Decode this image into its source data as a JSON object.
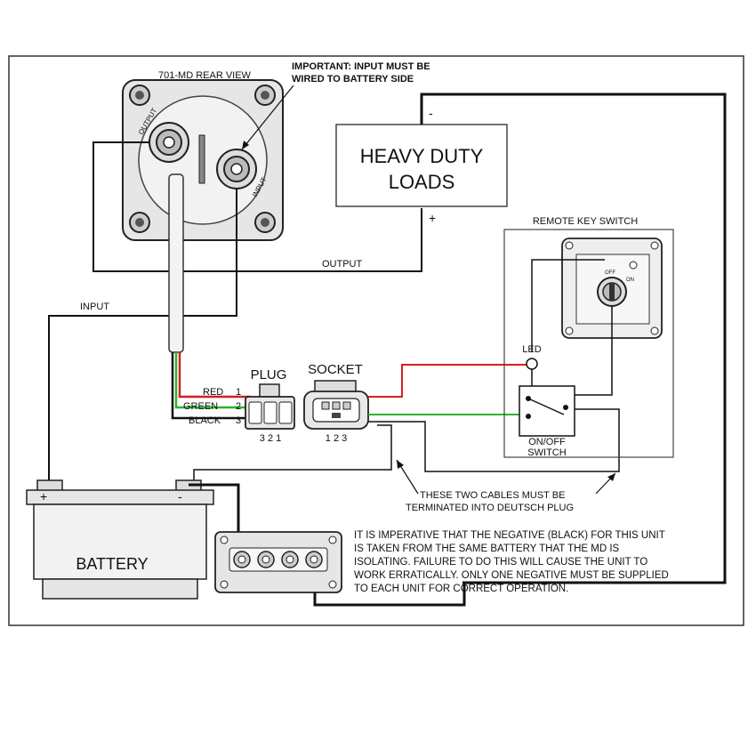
{
  "solenoid": {
    "title": "701-MD REAR VIEW",
    "output_label": "OUTPUT",
    "input_label": "INPUT"
  },
  "important_note": {
    "line1": "IMPORTANT: INPUT MUST BE",
    "line2": "WIRED TO BATTERY SIDE"
  },
  "loads": {
    "line1": "HEAVY DUTY",
    "line2": "LOADS",
    "minus": "-",
    "plus": "+"
  },
  "wire_labels": {
    "output": "OUTPUT",
    "input": "INPUT"
  },
  "remote_switch": {
    "title": "REMOTE KEY SWITCH",
    "off": "OFF",
    "on": "ON",
    "led": "LED",
    "switch_line1": "ON/OFF",
    "switch_line2": "SWITCH"
  },
  "plug": {
    "title": "PLUG",
    "pins": "3 2 1",
    "wires": [
      {
        "label": "RED",
        "num": "1"
      },
      {
        "label": "GREEN",
        "num": "2"
      },
      {
        "label": "BLACK",
        "num": "3"
      }
    ]
  },
  "socket": {
    "title": "SOCKET",
    "pins": "1 2 3"
  },
  "cables_note": {
    "line1": "THESE TWO CABLES MUST BE",
    "line2": "TERMINATED INTO DEUTSCH PLUG"
  },
  "battery": {
    "label": "BATTERY",
    "plus": "+",
    "minus": "-"
  },
  "negative_note": [
    "IT IS IMPERATIVE THAT THE NEGATIVE (BLACK) FOR THIS UNIT",
    "IS TAKEN FROM THE SAME BATTERY THAT THE MD IS",
    "ISOLATING. FAILURE TO DO THIS WILL CAUSE THE UNIT TO",
    "WORK ERRATICALLY. ONLY ONE NEGATIVE MUST BE SUPPLIED",
    "TO EACH UNIT FOR CORRECT OPERATION."
  ],
  "colors": {
    "red_wire": "#d42020",
    "green_wire": "#2bb52b",
    "black_wire": "#111111",
    "panel": "#e6e6e6"
  }
}
